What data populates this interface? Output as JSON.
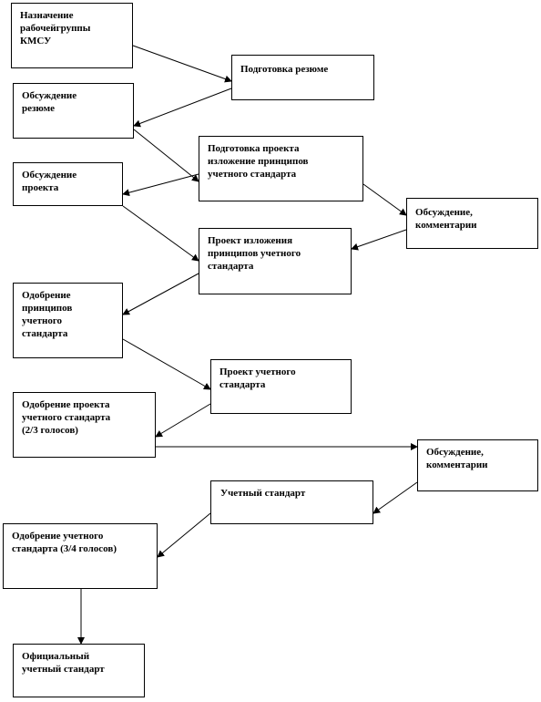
{
  "diagram": {
    "nodes": {
      "n1": [
        "Назначение",
        "рабочейгруппы",
        "КМСУ"
      ],
      "n2": [
        "Подготовка  резюме"
      ],
      "n3": [
        "Обсуждение",
        "резюме"
      ],
      "n4": [
        "Подготовка  проекта",
        "изложение принципов",
        "учетного стандарта"
      ],
      "n5": [
        "Обсуждение",
        "проекта"
      ],
      "n6": [
        "Обсуждение,",
        "комментарии"
      ],
      "n7": [
        "Проект изложения",
        "принципов учетного",
        "стандарта"
      ],
      "n8": [
        "Одобрение",
        "принципов",
        "учетного",
        "стандарта"
      ],
      "n9": [
        "Проект учетного",
        "стандарта"
      ],
      "n10": [
        "Одобрение проекта",
        "учетного стандарта",
        "(2/3  голосов)"
      ],
      "n11": [
        "Обсуждение,",
        "комментарии"
      ],
      "n12": [
        "Учетный стандарт"
      ],
      "n13": [
        "Одобрение учетного",
        "стандарта (3/4 голосов)"
      ],
      "n14": [
        "Официальный",
        "учетный стандарт"
      ]
    },
    "edges": [
      {
        "from": "n1",
        "to": "n2"
      },
      {
        "from": "n2",
        "to": "n3"
      },
      {
        "from": "n3",
        "to": "n4"
      },
      {
        "from": "n4",
        "to": "n5"
      },
      {
        "from": "n4",
        "to": "n6"
      },
      {
        "from": "n5",
        "to": "n7"
      },
      {
        "from": "n6",
        "to": "n7"
      },
      {
        "from": "n7",
        "to": "n8"
      },
      {
        "from": "n8",
        "to": "n9"
      },
      {
        "from": "n9",
        "to": "n10"
      },
      {
        "from": "n10",
        "to": "n11"
      },
      {
        "from": "n11",
        "to": "n12"
      },
      {
        "from": "n12",
        "to": "n13"
      },
      {
        "from": "n13",
        "to": "n14"
      }
    ]
  }
}
